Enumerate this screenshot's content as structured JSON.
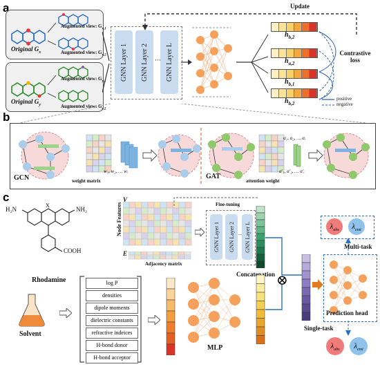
{
  "panels": {
    "a": "a",
    "b": "b",
    "c": "c"
  },
  "panel_a": {
    "original_top": "Original G",
    "original_top_sub": "x",
    "aug_view_1": "Augmented view: G",
    "aug_view_1_sub": "x,1",
    "aug_view_2": "Augmented view: G",
    "aug_view_2_sub": "x,2",
    "original_bottom": "Original G",
    "original_bottom_sub": "y",
    "aug_view_3": "Augmented view: G",
    "aug_view_3_sub": "y,1",
    "aug_view_4": "Augmented view: G",
    "aug_view_4_sub": "y,2",
    "gnn_layers": [
      "GNN Layer 1",
      "GNN Layer 2",
      "GNN Layer L"
    ],
    "ellipsis": "···",
    "update": "Update",
    "contrastive": "Contrastive loss",
    "embeddings": [
      {
        "main": "h",
        "sub": "b,2"
      },
      {
        "main": "h",
        "sub": "a,2"
      },
      {
        "main": "h",
        "sub": "b,1"
      },
      {
        "main": "h",
        "sub": "b,2"
      }
    ],
    "legend_positive": "positive",
    "legend_negative": "negative"
  },
  "panel_b": {
    "gcn": "GCN",
    "weight_matrix": "weight matrix",
    "w_seq": "w",
    "w_seq_text": "w₁, w₂, … wᵢ",
    "gat": "GAT",
    "attention_weight": "attention weight",
    "alpha_top": "α₁, α₂, … αᵢ",
    "alpha_bottom": "α′₁, α′₂, … α′ᵢ"
  },
  "panel_c": {
    "rhodamine": "Rhodamine",
    "h2n": "H₂N",
    "nh2": "NH₂",
    "cooh": "COOH",
    "v_label": "V",
    "e_label": "E",
    "node_features": "Node Features",
    "adjacency": "Adjacency matrix",
    "fine_tuning": "Fine-tuning",
    "gnn_layers": [
      "GNN Layer 1",
      "GNN Layer 2",
      "GNN Layer L"
    ],
    "ellipsis": "···",
    "concatenation": "Concatenation",
    "otimes": "⊗",
    "solvent": "Solvent",
    "properties": [
      "log P",
      "densities",
      "dipole moments",
      "dielectric constants",
      "refractive indeices",
      "H-bond donor",
      "H-bond acceptor"
    ],
    "mlp": "MLP",
    "multi_task": "Multi-task",
    "single_task": "Single-task",
    "prediction_head": "Prediction head",
    "lambda": "λ",
    "abs": "abs",
    "emi": "emi"
  },
  "colors": {
    "gnn_layer": "#c9dcef",
    "node_blue": "#a9cdea",
    "node_green": "#8fc96c",
    "pink_bg": "#f7d9d9",
    "mlp_orange": "#f5a15b",
    "lambda_red": "#f07b7b",
    "lambda_blue": "#8fc3ec",
    "embed_yellow": "#f8db6a",
    "embed_dark": "#d9342a",
    "concat_purple": "#7b6ab1"
  }
}
